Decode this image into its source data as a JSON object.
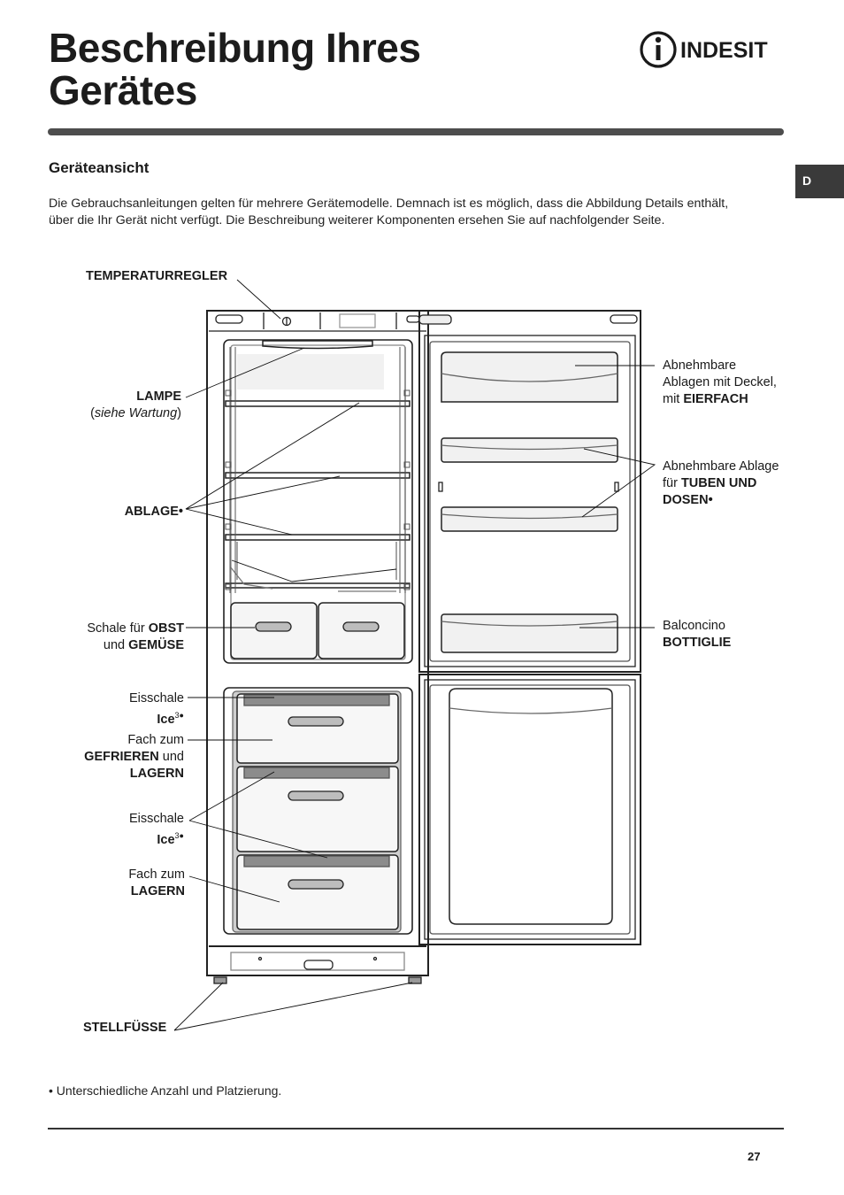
{
  "header": {
    "title_line1": "Beschreibung Ihres",
    "title_line2": "Gerätes",
    "brand": "INDESIT"
  },
  "side_tab": "D",
  "section_title": "Geräteansicht",
  "intro_line1": "Die Gebrauchsanleitungen gelten für mehrere Gerätemodelle. Demnach ist es möglich, dass die Abbildung Details enthält,",
  "intro_line2": "über die Ihr Gerät nicht verfügt. Die Beschreibung weiterer Komponenten ersehen Sie auf nachfolgender Seite.",
  "labels": {
    "temperaturregler": "TEMPERATURREGLER",
    "lampe": "LAMPE",
    "lampe_note": "siehe Wartung",
    "ablage": "ABLAGE•",
    "schale_prefix": "Schale für ",
    "schale_obst": "OBST",
    "schale_und": "und ",
    "schale_gemuese": "GEMÜSE",
    "eisschale": "Eisschale",
    "ice": "Ice",
    "ice_sup": "3●",
    "fach_zum": "Fach zum",
    "gefrieren": "GEFRIEREN",
    "und": " und",
    "lagern": "LAGERN",
    "stellfuesse": "STELLFÜSSE",
    "abnehmbare": "Abnehmbare",
    "ablagen_deckel": "Ablagen mit Deckel,",
    "mit": "mit ",
    "eierfach": "EIERFACH",
    "abnehmbare_ablage": "Abnehmbare Ablage",
    "fuer": "für ",
    "tuben_und": "TUBEN UND",
    "dosen": "DOSEN•",
    "balconcino": "Balconcino",
    "bottiglie": "BOTTIGLIE"
  },
  "footnote": "Unterschiedliche Anzahl und Platzierung.",
  "footnote_bullet": "•",
  "page_number": "27"
}
